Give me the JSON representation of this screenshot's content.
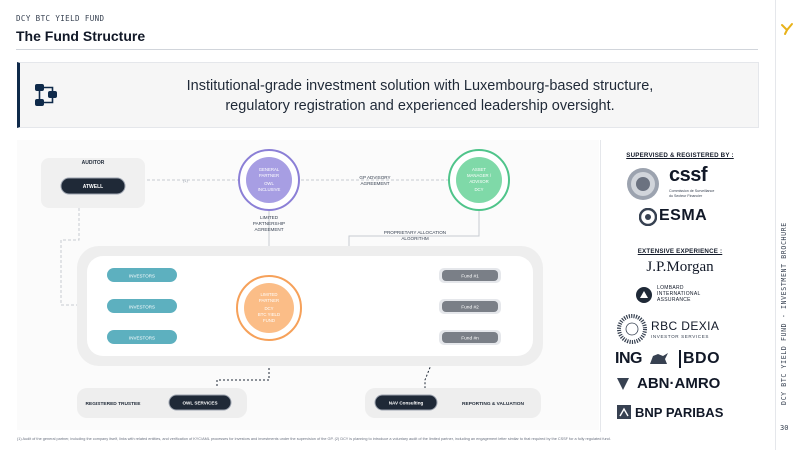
{
  "header": {
    "kicker": "DCY BTC YIELD FUND",
    "title": "The Fund Structure"
  },
  "banner": {
    "icon": "flowchart-icon",
    "line1": "Institutional-grade investment solution with Luxembourg-based structure,",
    "line2": "regulatory registration and experienced leadership oversight."
  },
  "diagram": {
    "auditor": {
      "label": "AUDITOR",
      "name": "ATWELL"
    },
    "general_partner": {
      "line1": "GENERAL",
      "line2": "PARTNER",
      "line3": "OWL",
      "line4": "INCLUSIVE"
    },
    "asset_manager": {
      "line1": "ASSET",
      "line2": "MANAGER /",
      "line3": "ADVISOR",
      "line4": "DCY"
    },
    "gp_advisory": {
      "line1": "GP ADVISORY",
      "line2": "AGREEMENT"
    },
    "limited_partnership": {
      "line1": "LIMITED",
      "line2": "PARTNERSHIP",
      "line3": "AGREEMENT"
    },
    "proprietary": {
      "line1": "PROPRIETARY ALLOCATION",
      "line2": "ALGORITHM"
    },
    "investors": [
      "INVESTORS",
      "INVESTORS",
      "INVESTORS"
    ],
    "funds": [
      "Fund #1",
      "Fund #2",
      "Fund #n"
    ],
    "center": {
      "line1": "LIMITED",
      "line2": "PARTNER",
      "line3": "DCY",
      "line4": "BTC YIELD",
      "line5": "FUND"
    },
    "trustee": {
      "label": "REGISTERED TRUSTEE",
      "name": "OWL SERVICES"
    },
    "reporting": {
      "label": "REPORTING & VALUATION",
      "name": "NAV Consulting"
    },
    "arrow_mark": "(1)"
  },
  "sidepanel": {
    "supervised_heading": "SUPERVISED & REGISTERED BY :",
    "cssf": {
      "name": "cssf",
      "sub1": "Commission de Surveillance",
      "sub2": "du Secteur Financier"
    },
    "esma": "ESMA",
    "experience_heading": "EXTENSIVE EXPERIENCE :",
    "jpmorgan": "J.P.Morgan",
    "lombard": {
      "line1": "LOMBARD",
      "line2": "INTERNATIONAL",
      "line3": "ASSURANCE"
    },
    "rbc": {
      "name": "RBC DEXIA",
      "sub": "INVESTOR SERVICES"
    },
    "ing": "ING",
    "bdo": "BDO",
    "abn": "ABN·AMRO",
    "bnp": "BNP PARIBAS"
  },
  "footnote": "(1) Audit of the general partner, including the company itself, links with related entities, and verification of KYC/AML processes for investors and investments under the supervision of the GP. (2) DCY is planning to introduce a voluntary audit of the limited partner, including an engagement letter similar to that required by the CSSF for a fully regulated fund.",
  "rail": {
    "caption": "DCY BTC YIELD FUND - INVESTMENT BROCHURE",
    "page": "30"
  },
  "colors": {
    "navy": "#0f2a4a",
    "gold": "#e8b21a",
    "purple": "#8b7fd6",
    "green": "#4fc48a",
    "orange": "#f6a15a",
    "teal": "#5db0bf",
    "grey": "#6b7280"
  }
}
